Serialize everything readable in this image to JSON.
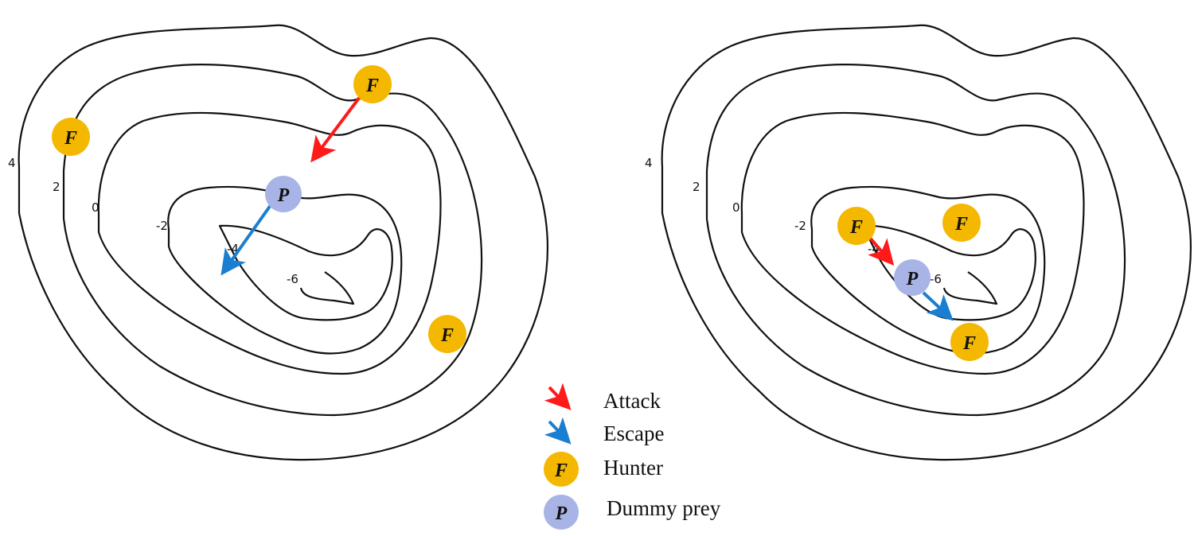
{
  "contour_labels": [
    "4",
    "2",
    "0",
    "-2",
    "-4",
    "-6"
  ],
  "token_letters": {
    "hunter": "F",
    "prey": "P"
  },
  "colors": {
    "hunter": "#f5b800",
    "prey": "#a9b4e6",
    "attack": "#ff1a1a",
    "escape": "#1a7fd1",
    "contour": "#111111"
  },
  "legend": {
    "attack": "Attack",
    "escape": "Escape",
    "hunter": "Hunter",
    "prey": "Dummy prey"
  }
}
